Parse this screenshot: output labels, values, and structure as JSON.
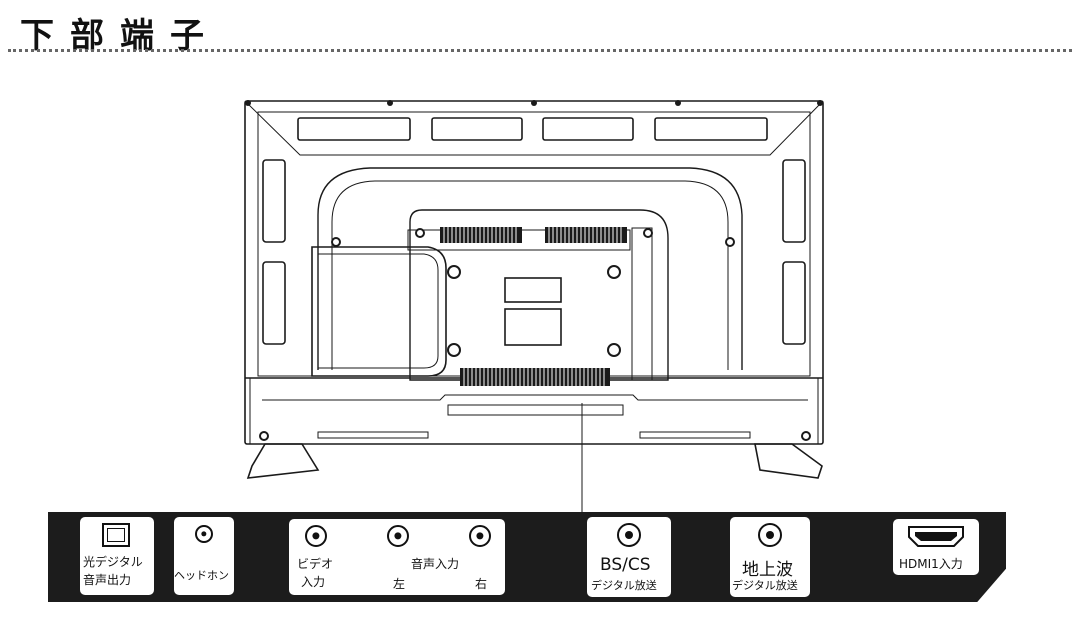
{
  "page": {
    "title": "下部端子"
  },
  "ports": {
    "optical": {
      "line1": "光デジタル",
      "line2": "音声出力",
      "icon": "optical-port-icon"
    },
    "headphone": {
      "label": "ヘッドホン",
      "icon": "headphone-jack-icon"
    },
    "av": {
      "video_line1": "ビデオ",
      "video_line2": "入力",
      "audio": "音声入力",
      "left": "左",
      "right": "右",
      "icon": "rca-jack-icon"
    },
    "bscs": {
      "line1": "BS/CS",
      "line2": "デジタル放送",
      "icon": "antenna-jack-icon"
    },
    "terrestrial": {
      "line1": "地上波",
      "line2": "デジタル放送",
      "icon": "antenna-jack-icon"
    },
    "hdmi": {
      "label": "HDMI1入力",
      "icon": "hdmi-port-icon"
    }
  }
}
